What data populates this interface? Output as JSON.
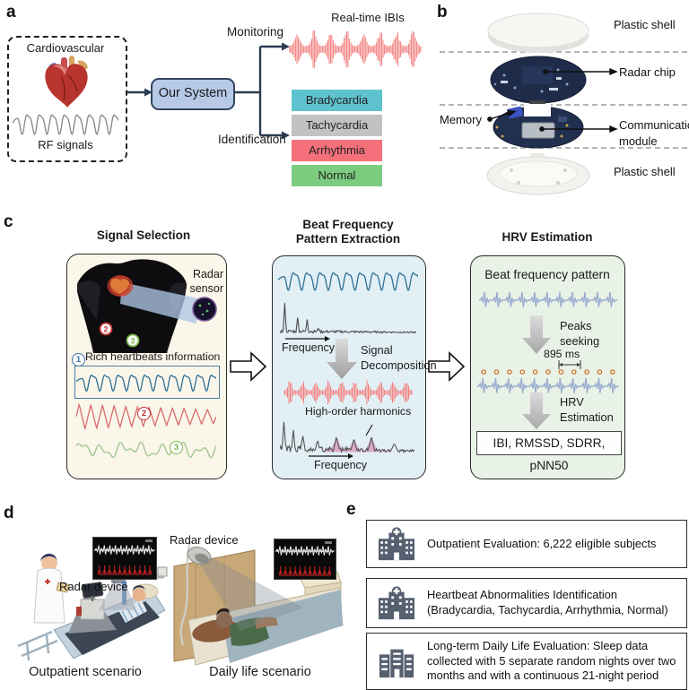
{
  "panels": {
    "a": "a",
    "b": "b",
    "c": "c",
    "d": "d",
    "e": "e"
  },
  "panel_a": {
    "source_title": "Cardiovascular",
    "signal_label": "RF signals",
    "system_label": "Our System",
    "monitoring_label": "Monitoring",
    "identification_label": "Identification",
    "realtime_label": "Real-time IBIs",
    "classes": [
      {
        "label": "Bradycardia",
        "color": "#5fc3cf"
      },
      {
        "label": "Tachycardia",
        "color": "#c2c2c2"
      },
      {
        "label": "Arrhythmia",
        "color": "#f4717b"
      },
      {
        "label": "Normal",
        "color": "#7ccc80"
      }
    ],
    "accent_line_color": "#2b3c52",
    "system_box_color": "#b6c9e6",
    "ibi_wave_color": "#f48a8a"
  },
  "panel_b": {
    "shell_top": "Plastic shell",
    "radar_chip": "Radar chip",
    "memory": "Memory",
    "comm_module": "Communication module",
    "shell_bottom": "Plastic shell"
  },
  "panel_c": {
    "stage1_title": "Signal Selection",
    "stage2_title": "Beat Frequency Pattern Extraction",
    "stage3_title": "HRV Estimation",
    "signal_selection": {
      "radar_sensor": "Radar sensor",
      "markers": {
        "m1": "1",
        "m2": "2",
        "m3": "3"
      },
      "rich_info": "Rich heartbeats information",
      "box_color": "#faf6e9"
    },
    "extraction": {
      "frequency_label_1": "Frequency",
      "decomposition": "Signal Decomposition",
      "harmonics": "High-order harmonics",
      "frequency_label_2": "Frequency",
      "box_color": "#e2f0f6"
    },
    "hrv": {
      "pattern_label": "Beat frequency pattern",
      "peaks_seeking": "Peaks seeking",
      "interval": "895 ms",
      "hrv_estimation": "HRV Estimation",
      "metrics": "IBI, RMSSD, SDRR, pNN50",
      "box_color": "#e8f2e6"
    }
  },
  "panel_d": {
    "left": {
      "device_label": "Radar device",
      "caption": "Outpatient scenario"
    },
    "right": {
      "device_label": "Radar device",
      "caption": "Daily life scenario"
    }
  },
  "panel_e": {
    "items": [
      {
        "icon": "hospital-icon",
        "text": "Outpatient Evaluation: 6,222 eligible subjects"
      },
      {
        "icon": "hospital-icon",
        "text": "Heartbeat Abnormalities Identification (Bradycardia, Tachycardia, Arrhythmia, Normal)"
      },
      {
        "icon": "building-icon",
        "text": "Long-term Daily Life Evaluation: Sleep data collected with 5 separate random nights over two months and with a continuous 21-night period"
      }
    ],
    "icon_color": "#566070"
  }
}
